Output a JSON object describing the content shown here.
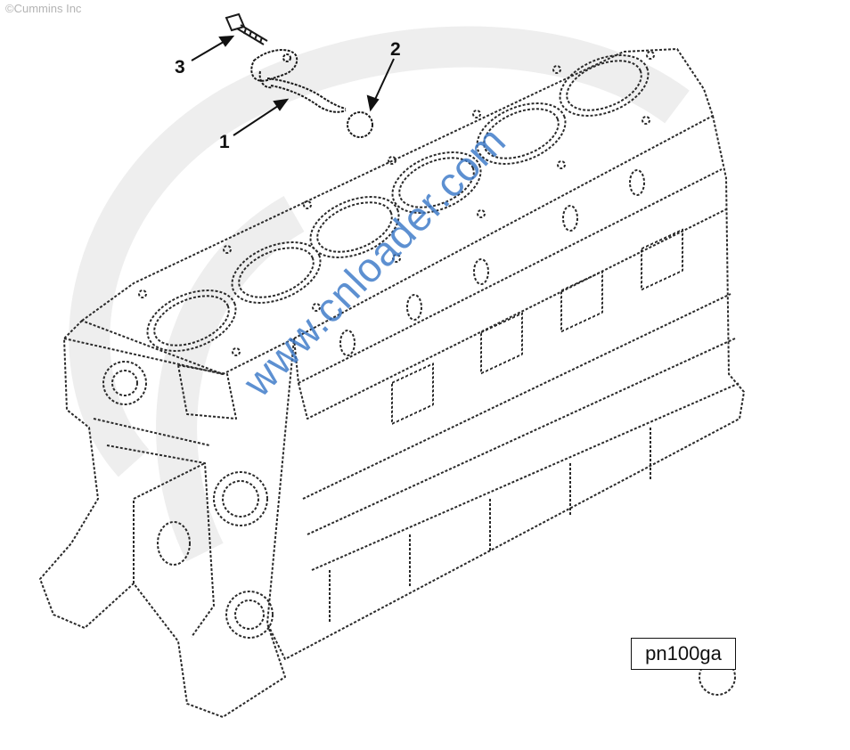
{
  "copyright": "©Cummins Inc",
  "figure_id": "pn100ga",
  "watermark_text": "www.cnloader.com",
  "callouts": [
    {
      "label": "1",
      "part": "piston-cooling-nozzle"
    },
    {
      "label": "2",
      "part": "o-ring"
    },
    {
      "label": "3",
      "part": "mounting-screw"
    }
  ],
  "colors": {
    "line": "#2a2a2a",
    "watermark": "#3a78c8",
    "logo_watermark": "#ececec"
  }
}
